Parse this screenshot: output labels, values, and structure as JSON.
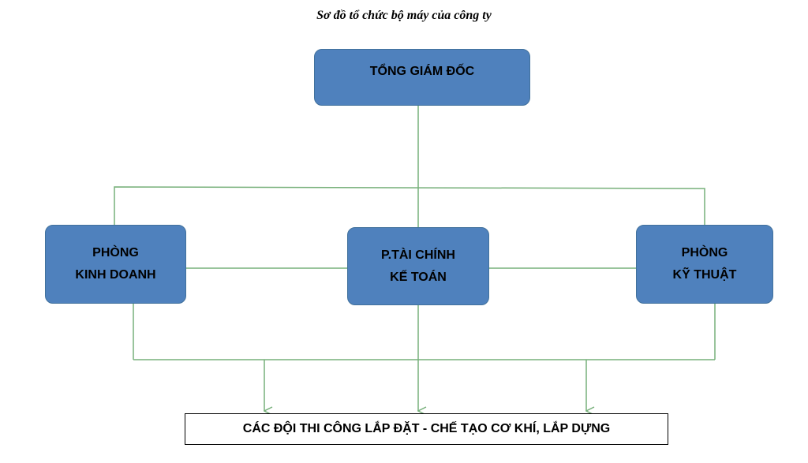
{
  "title": "Sơ đồ tổ chức bộ máy của công ty",
  "nodes": {
    "ceo": {
      "lines": [
        "TỔNG GIÁM ĐỐC"
      ]
    },
    "sales": {
      "lines": [
        "PHÒNG",
        "KINH DOANH"
      ]
    },
    "finance": {
      "lines": [
        "P.TÀI CHÍNH",
        "KẾ TOÁN"
      ]
    },
    "tech": {
      "lines": [
        "PHÒNG",
        "KỸ THUẬT"
      ]
    },
    "teams": {
      "label": "CÁC ĐỘI THI CÔNG LẮP ĐẶT - CHẾ TẠO CƠ KHÍ, LẮP DỰNG"
    }
  },
  "colors": {
    "box_fill": "#4f81bd",
    "box_border": "#41719c",
    "connector": "#77b07a"
  }
}
